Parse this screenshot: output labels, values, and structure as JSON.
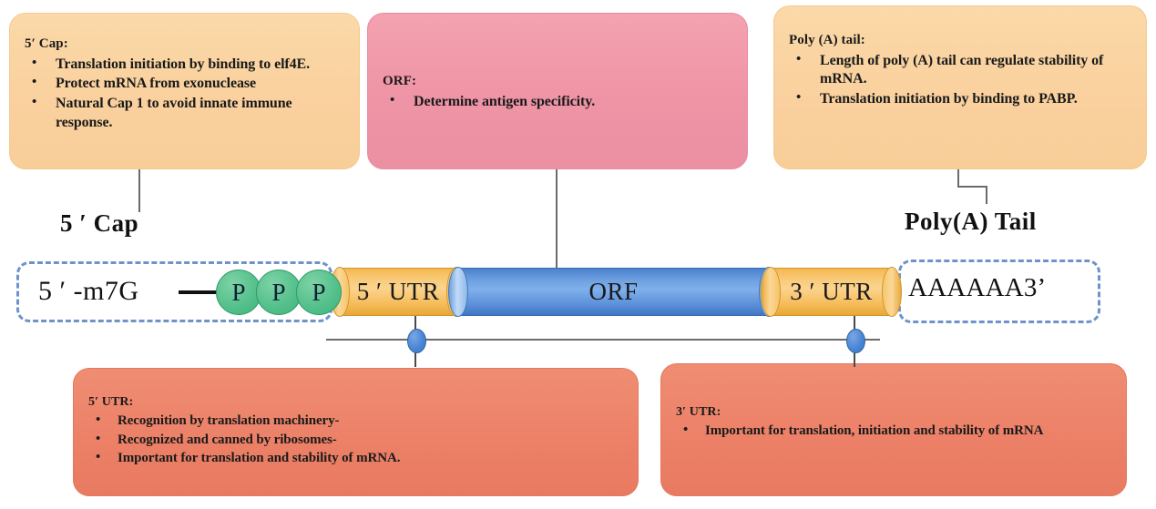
{
  "callouts": {
    "cap": {
      "title": "5′ Cap:",
      "bullets": [
        "Translation initiation by binding to elf4E.",
        "Protect mRNA from exonuclease",
        "Natural Cap 1 to avoid innate immune response."
      ],
      "color": "#fad2a0"
    },
    "orf": {
      "title": "ORF:",
      "bullets": [
        "Determine antigen specificity."
      ],
      "color": "#ef95a6"
    },
    "polya": {
      "title": "Poly (A) tail:",
      "bullets": [
        "Length of poly (A) tail can regulate stability of mRNA.",
        "Translation initiation by binding to PABP."
      ],
      "color": "#fad2a0"
    },
    "utr5": {
      "title": "5′ UTR:",
      "bullets": [
        "Recognition by translation machinery-",
        "Recognized and canned by ribosomes-",
        "Important for translation and stability of mRNA."
      ],
      "color": "#ec8168"
    },
    "utr3": {
      "title": "3′ UTR:",
      "bullets": [
        "Important for translation, initiation and stability of mRNA"
      ],
      "color": "#ec8168"
    }
  },
  "headings": {
    "cap": "5 ′ Cap",
    "polya": "Poly(A) Tail"
  },
  "construct": {
    "m7g_label": "5 ′ -m7G",
    "phosphates": [
      "P",
      "P",
      "P"
    ],
    "segments": [
      {
        "name": "5utr",
        "label": "5 ′ UTR",
        "color": "#f6c469"
      },
      {
        "name": "orf",
        "label": "ORF",
        "color": "#5b8fd8"
      },
      {
        "name": "3utr",
        "label": "3 ′ UTR",
        "color": "#f6c469"
      }
    ],
    "polya_sequence": "AAAAAA3’"
  },
  "colors": {
    "dashed_outline": "#6f93c8",
    "connector": "#6b6b6b",
    "node": "#4a86d8",
    "phosphate": "#55c18c"
  }
}
